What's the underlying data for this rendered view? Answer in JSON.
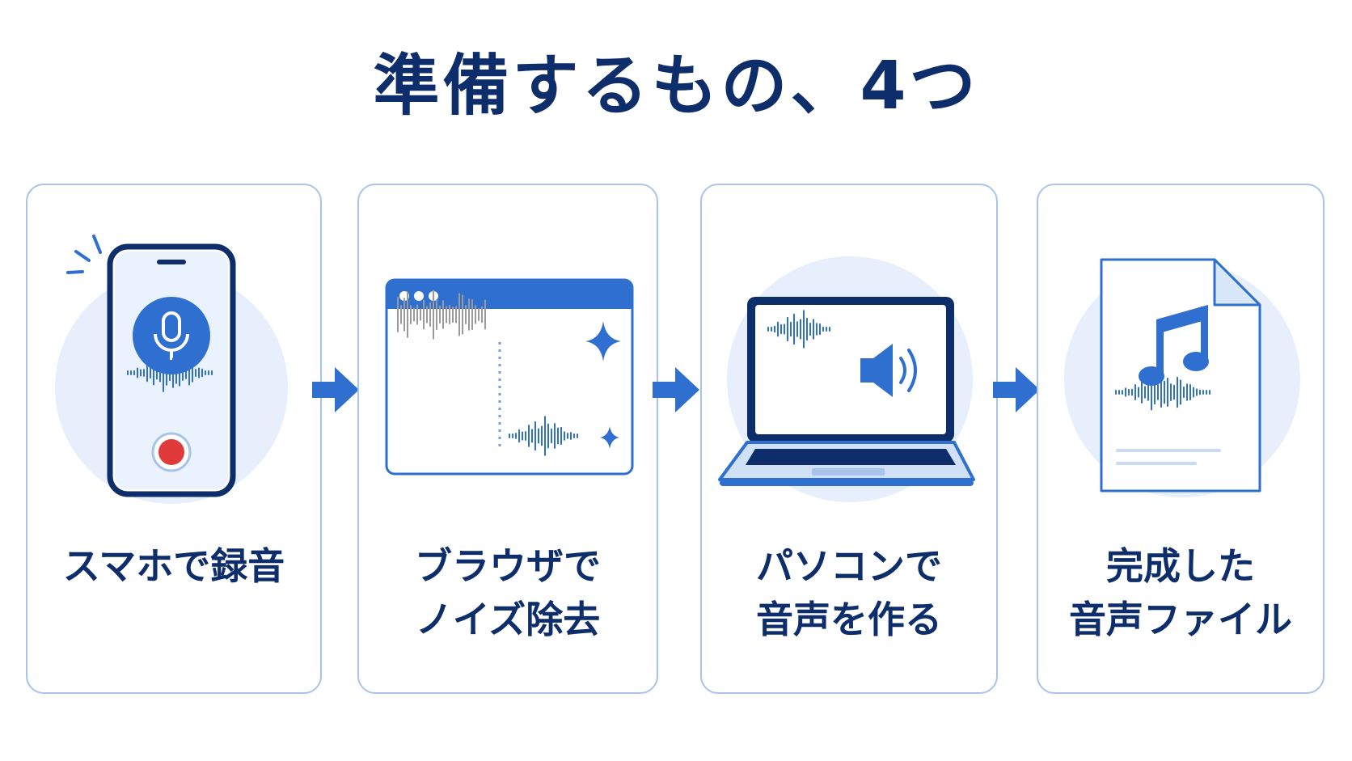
{
  "title": "準備するもの、4つ",
  "colors": {
    "navy": "#0d2d6b",
    "blue": "#2f6fd0",
    "light_circle": "#e6effb",
    "card_border": "#a9c4ea",
    "record_red": "#e03a3a",
    "gray_wave": "#9a9a9a"
  },
  "steps": [
    {
      "lines": [
        "スマホで録音"
      ],
      "icon": "smartphone-recording-icon"
    },
    {
      "lines": [
        "ブラウザで",
        "ノイズ除去"
      ],
      "icon": "browser-noise-removal-icon"
    },
    {
      "lines": [
        "パソコンで",
        "音声を作る"
      ],
      "icon": "laptop-speaker-icon"
    },
    {
      "lines": [
        "完成した",
        "音声ファイル"
      ],
      "icon": "audio-file-icon"
    }
  ],
  "arrow_icon": "right-arrow-icon"
}
